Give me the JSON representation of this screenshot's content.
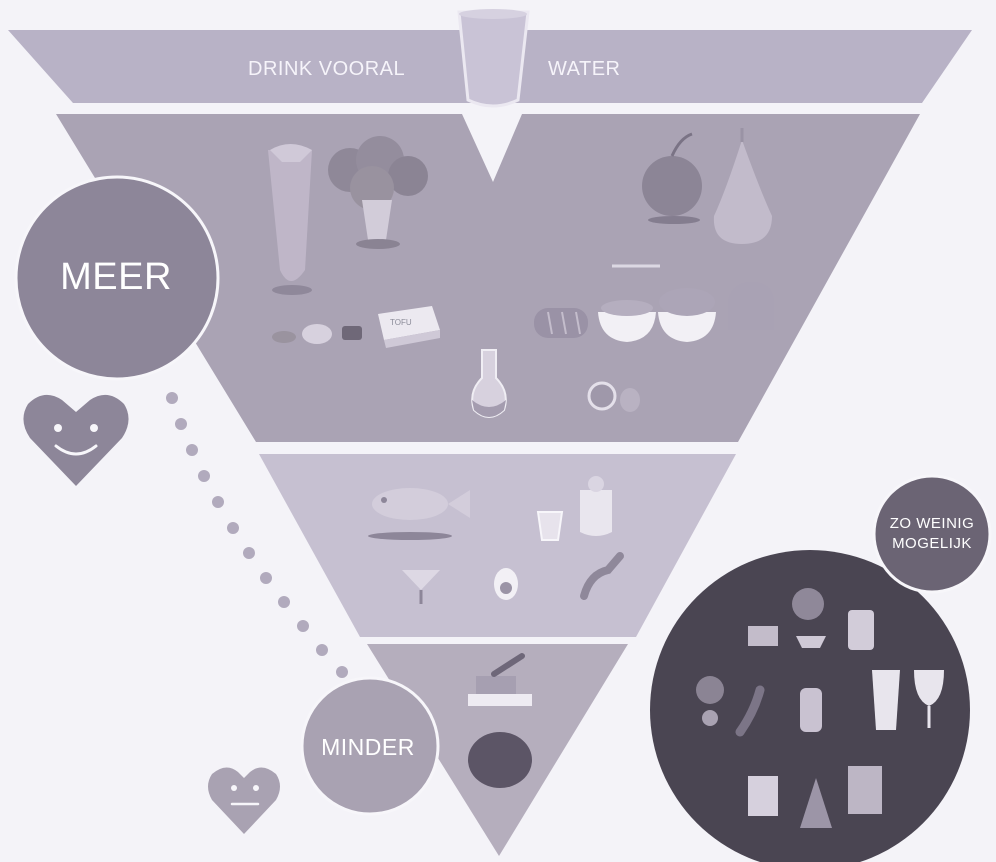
{
  "top_band": {
    "left_text": "DRINK VOORAL",
    "right_text": "WATER"
  },
  "badges": {
    "more": "MEER",
    "less": "MINDER",
    "as_little_as_possible": "ZO WEINIG MOGELIJK"
  },
  "food_labels": {
    "tofu": "TOFU"
  },
  "icons": {
    "water": "water-glass-icon",
    "happy": "happy-heart-icon",
    "neutral": "neutral-heart-icon"
  },
  "colors": {
    "band_top": "#b8b2c6",
    "tier_1": "#aaa3b4",
    "tier_2": "#c6c0d1",
    "tier_3": "#b5aebd",
    "meer_circle": "#8d8699",
    "minder_circle": "#a9a2b2",
    "dark_circle": "#4a4552",
    "dots": "#b1aabd"
  }
}
